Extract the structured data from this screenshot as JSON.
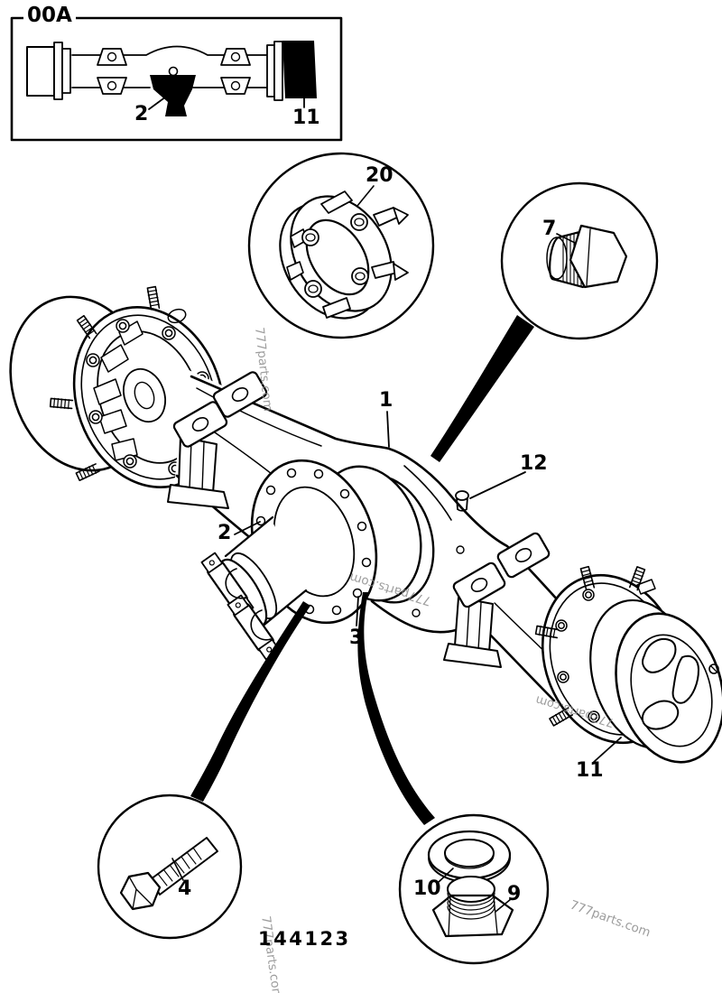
{
  "diagram": {
    "figure_number": "144123",
    "watermark_text": "777parts.com"
  },
  "reference_box": {
    "group_label": "00A",
    "callouts": {
      "differential": "2",
      "hub_cover": "11"
    }
  },
  "main_callouts": {
    "axle_housing": "1",
    "carrier_flange": "2",
    "retainer_ring": "3",
    "breather_pin": "12",
    "hub_cover": "11"
  },
  "inset_callouts": {
    "retainer_plate": "20",
    "filler_plug": "7",
    "hub_bolt": "4",
    "sealing_washer": "10",
    "drain_plug": "9"
  },
  "colors": {
    "line": "#000000",
    "background": "#ffffff",
    "watermark": "#8c8c8c"
  }
}
